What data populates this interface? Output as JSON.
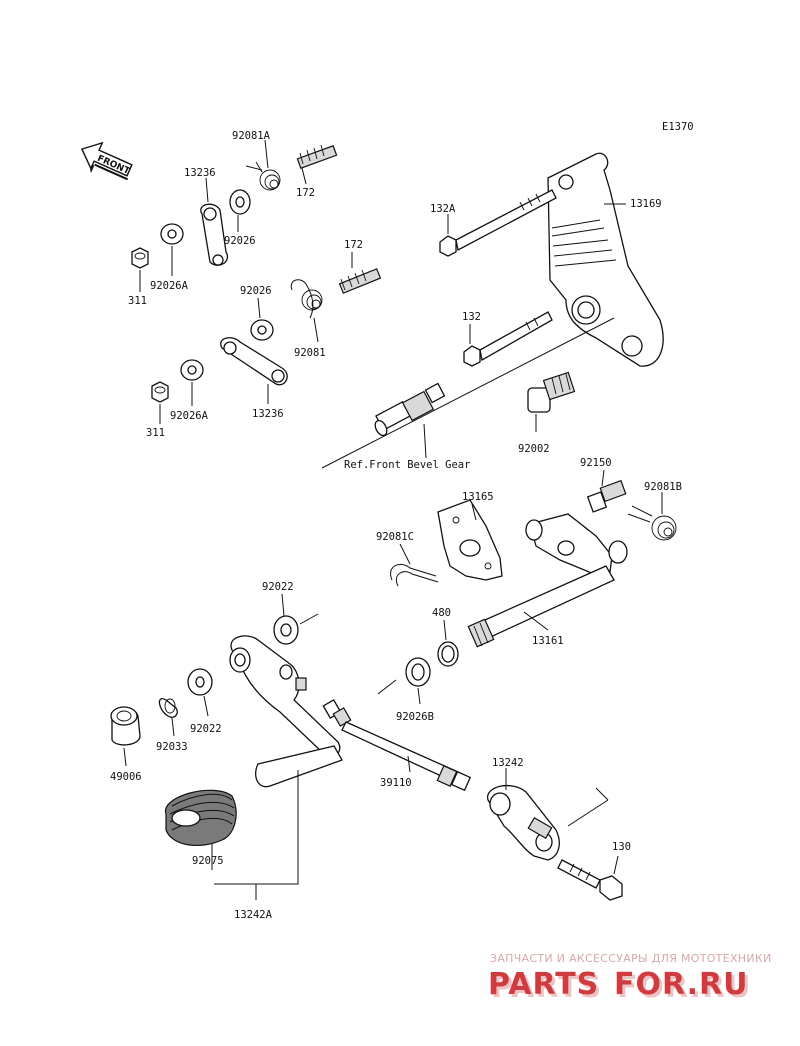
{
  "diagram": {
    "code": "E1370",
    "front_label": "FRONT",
    "ref_note": "Ref.Front Bevel Gear",
    "labels": {
      "p92081A": "92081A",
      "p172a": "172",
      "p13236a": "13236",
      "p92026a": "92026",
      "p311a": "311",
      "p92026Aa": "92026A",
      "p172b": "172",
      "p92026b": "92026",
      "p92081": "92081",
      "p311b": "311",
      "p92026Ab": "92026A",
      "p13236b": "13236",
      "p132A": "132A",
      "p13169": "13169",
      "p132": "132",
      "p92002": "92002",
      "p92150": "92150",
      "p92081B": "92081B",
      "p13165": "13165",
      "p92081C": "92081C",
      "p480": "480",
      "p13161": "13161",
      "p92022a": "92022",
      "p92026B": "92026B",
      "p92022b": "92022",
      "p92033": "92033",
      "p49006": "49006",
      "p39110": "39110",
      "p13242": "13242",
      "p130": "130",
      "p92075": "92075",
      "p13242A": "13242A"
    }
  },
  "watermark": {
    "tagline": "ЗАПЧАСТИ И АКСЕССУАРЫ ДЛЯ МОТОТЕХНИКИ",
    "brand_a": "PARTS",
    "brand_b": "FOR.RU",
    "color": "#cf3b3f"
  }
}
